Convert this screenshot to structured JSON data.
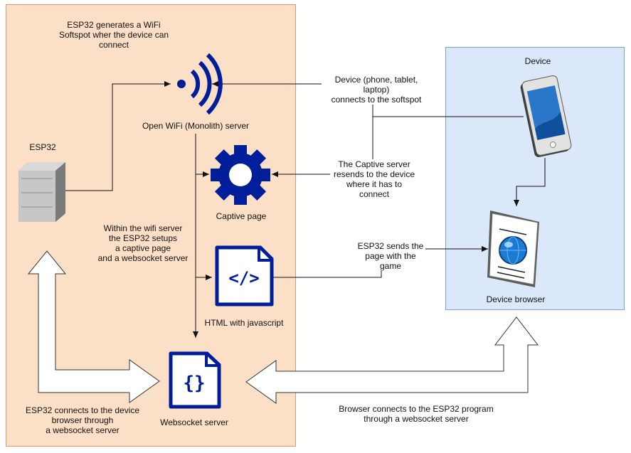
{
  "regions": {
    "esp_region_label": "",
    "device_region_title": "Device"
  },
  "esp_region": {
    "intro_text": "ESP32 generates a WiFi\nSoftspot wher the device can\nconnect",
    "esp32_label": "ESP32",
    "wifi_label": "Open WiFi (Monolith) server",
    "captive_label": "Captive page",
    "within_text": "Within the wifi server\nthe ESP32 setups\na captive page\nand a websocket server",
    "html_label": "HTML with javascript",
    "websocket_label": "Websocket server",
    "esp_connects_text": "ESP32 connects to the device\nbrowser through\na websocket server"
  },
  "connectors": {
    "device_connects_text": "Device (phone, tablet, laptop)\nconnects to the softspot",
    "captive_resends_text": "The Captive server\nresends to the device\nwhere it has to connect",
    "esp_sends_text": "ESP32 sends the\npage with the game"
  },
  "device_region": {
    "browser_label": "Device browser"
  },
  "bottom": {
    "browser_connects_text": "Browser connects to the ESP32 program\nthrough a websocket server"
  },
  "colors": {
    "esp_region_fill": "#fbe0c7",
    "device_region_fill": "#dbe8f9",
    "icon_blue": "#001d9a",
    "phone_screen": "#2a76c9"
  },
  "icons": {
    "server": "server-icon",
    "wifi": "wifi-icon",
    "gear": "gear-icon",
    "code": "code-file-icon",
    "braces": "braces-file-icon",
    "phone": "phone-icon",
    "browser": "browser-document-icon"
  }
}
